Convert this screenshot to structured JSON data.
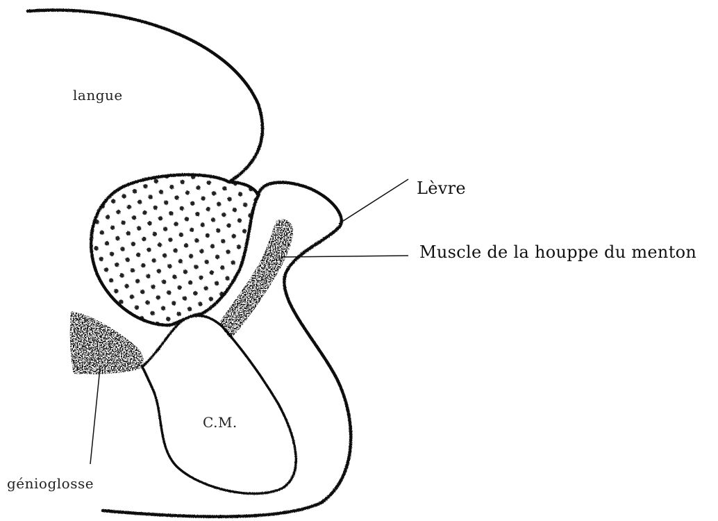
{
  "labels": {
    "langue": "langue",
    "levre": "Lèvre",
    "muscle": "Muscle de la houppe du menton",
    "genioglosse": "génioglosse",
    "cm": "C.M."
  },
  "colors": {
    "ink": "#111111",
    "background": "#ffffff"
  }
}
